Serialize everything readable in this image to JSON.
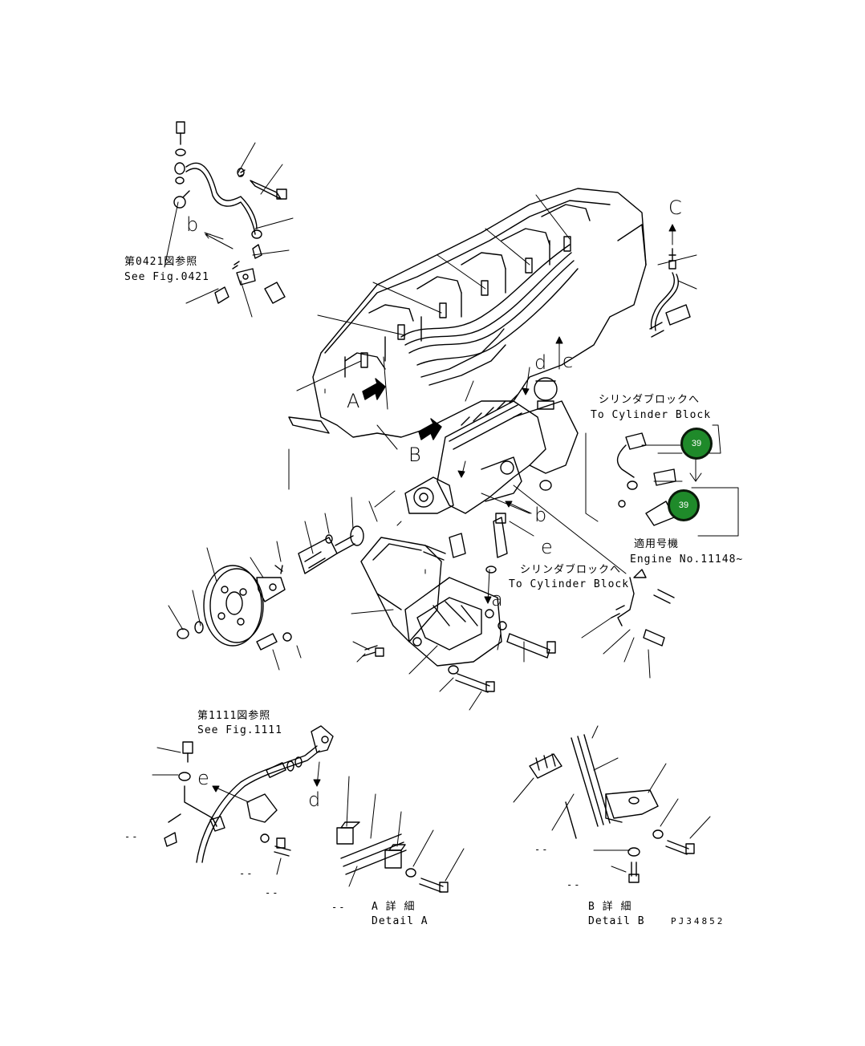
{
  "figure_id": "PJ34852",
  "refs": {
    "fig0421_jp": "第0421図参照",
    "fig0421_en": "See Fig.0421",
    "fig1111_jp": "第1111図参照",
    "fig1111_en": "See Fig.1111"
  },
  "to_cylinder_block": {
    "jp": "シリンダブロックへ",
    "en": "To Cylinder Block"
  },
  "engine_applicability": {
    "jp": "適用号機",
    "en": "Engine No.11148~"
  },
  "badges": [
    "39",
    "39"
  ],
  "view_letters": {
    "A": "A",
    "B": "B",
    "a": "a",
    "b": "b",
    "c": "c",
    "d": "d",
    "e": "e",
    "C": "C"
  },
  "details": {
    "a_jp": "A 詳 細",
    "a_en": "Detail A",
    "b_jp": "B 詳 細",
    "b_en": "Detail B"
  },
  "dashes": "-- "
}
